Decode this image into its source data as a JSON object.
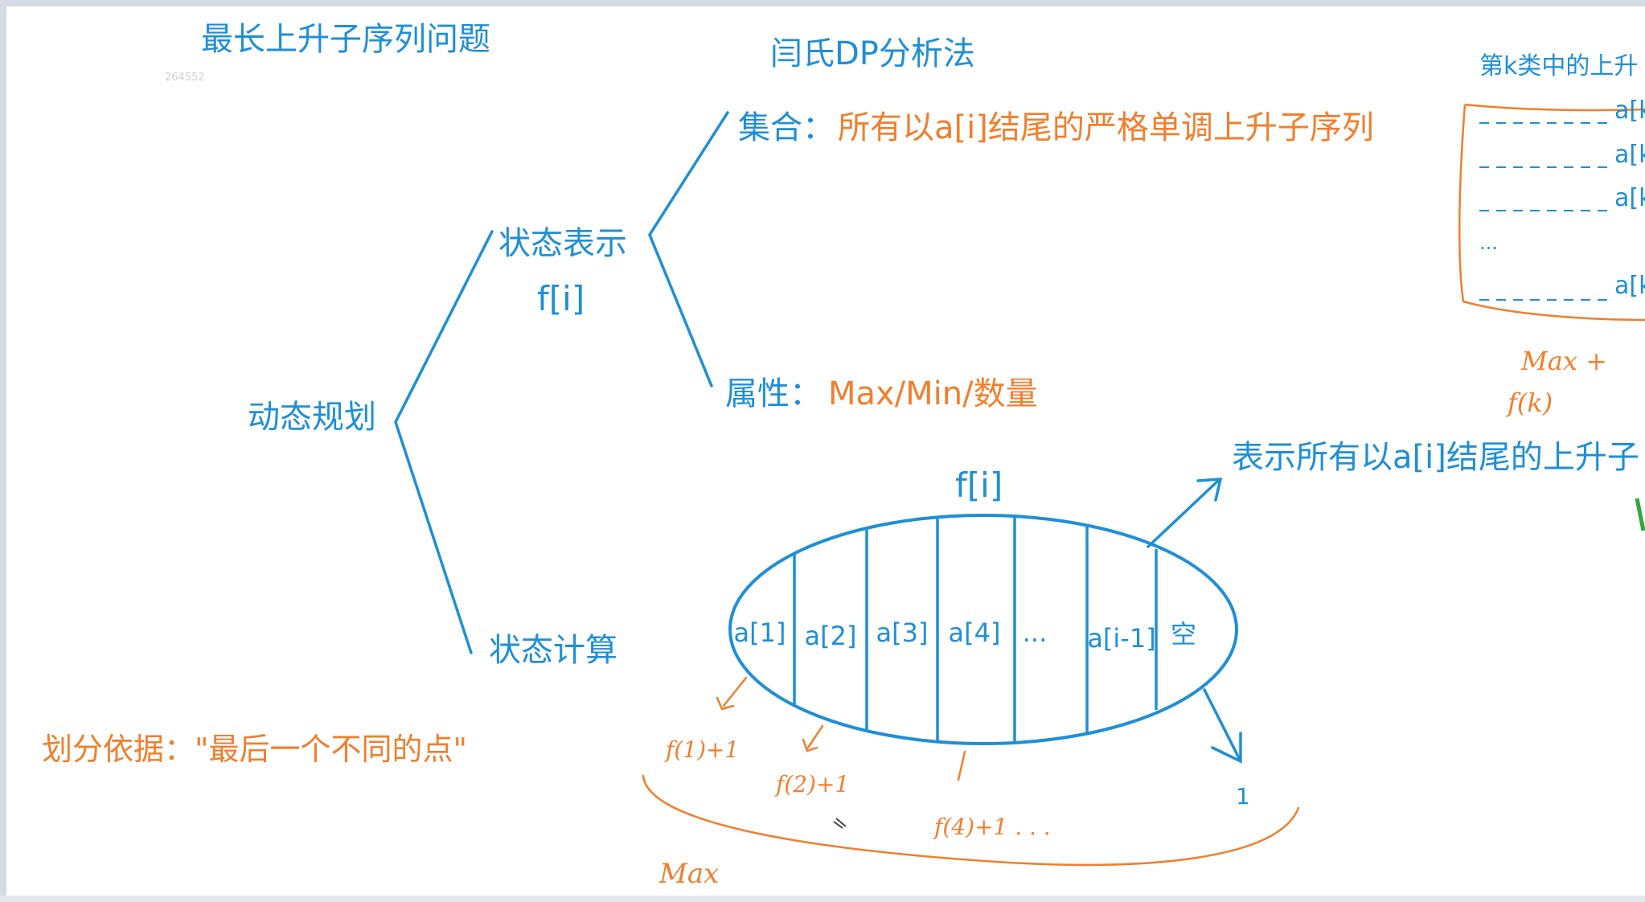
{
  "title": "最长上升子序列问题",
  "method": "闫氏DP分析法",
  "watermark": "264552",
  "root": "动态规划",
  "state": {
    "label": "状态表示",
    "symbol": "f[i]"
  },
  "set": {
    "label": "集合：",
    "value": "所有以a[i]结结尾的严格单调上升子序列"
  },
  "attribute": {
    "label": "属性：",
    "value": "Max/Min/数量"
  },
  "compute": "状态计算",
  "basis": "划分依据：\"最后一个不同的点\"",
  "ellipse": {
    "label": "f[i]",
    "cells": [
      "a[1]",
      "a[2]",
      "a[3]",
      "a[4]",
      "...",
      "a[i-1]",
      "空"
    ]
  },
  "represent": "表示所有以a[i]结尾的上升子",
  "empty_result": "1",
  "handwriting": {
    "f1": "f(1)+1",
    "f2": "f(2)+1",
    "f4": "f(4)+1 . . .",
    "max_bottom": "Max",
    "max_right": "Max +",
    "fk": "f(k)"
  },
  "kbox": {
    "title": "第k类中的上升",
    "rows": [
      "a[k",
      "a[k",
      "a[k",
      "...",
      "a[k"
    ]
  },
  "colors": {
    "blue": "#1f8fd6",
    "orange": "#f07f2e",
    "green": "#2faa3a"
  }
}
